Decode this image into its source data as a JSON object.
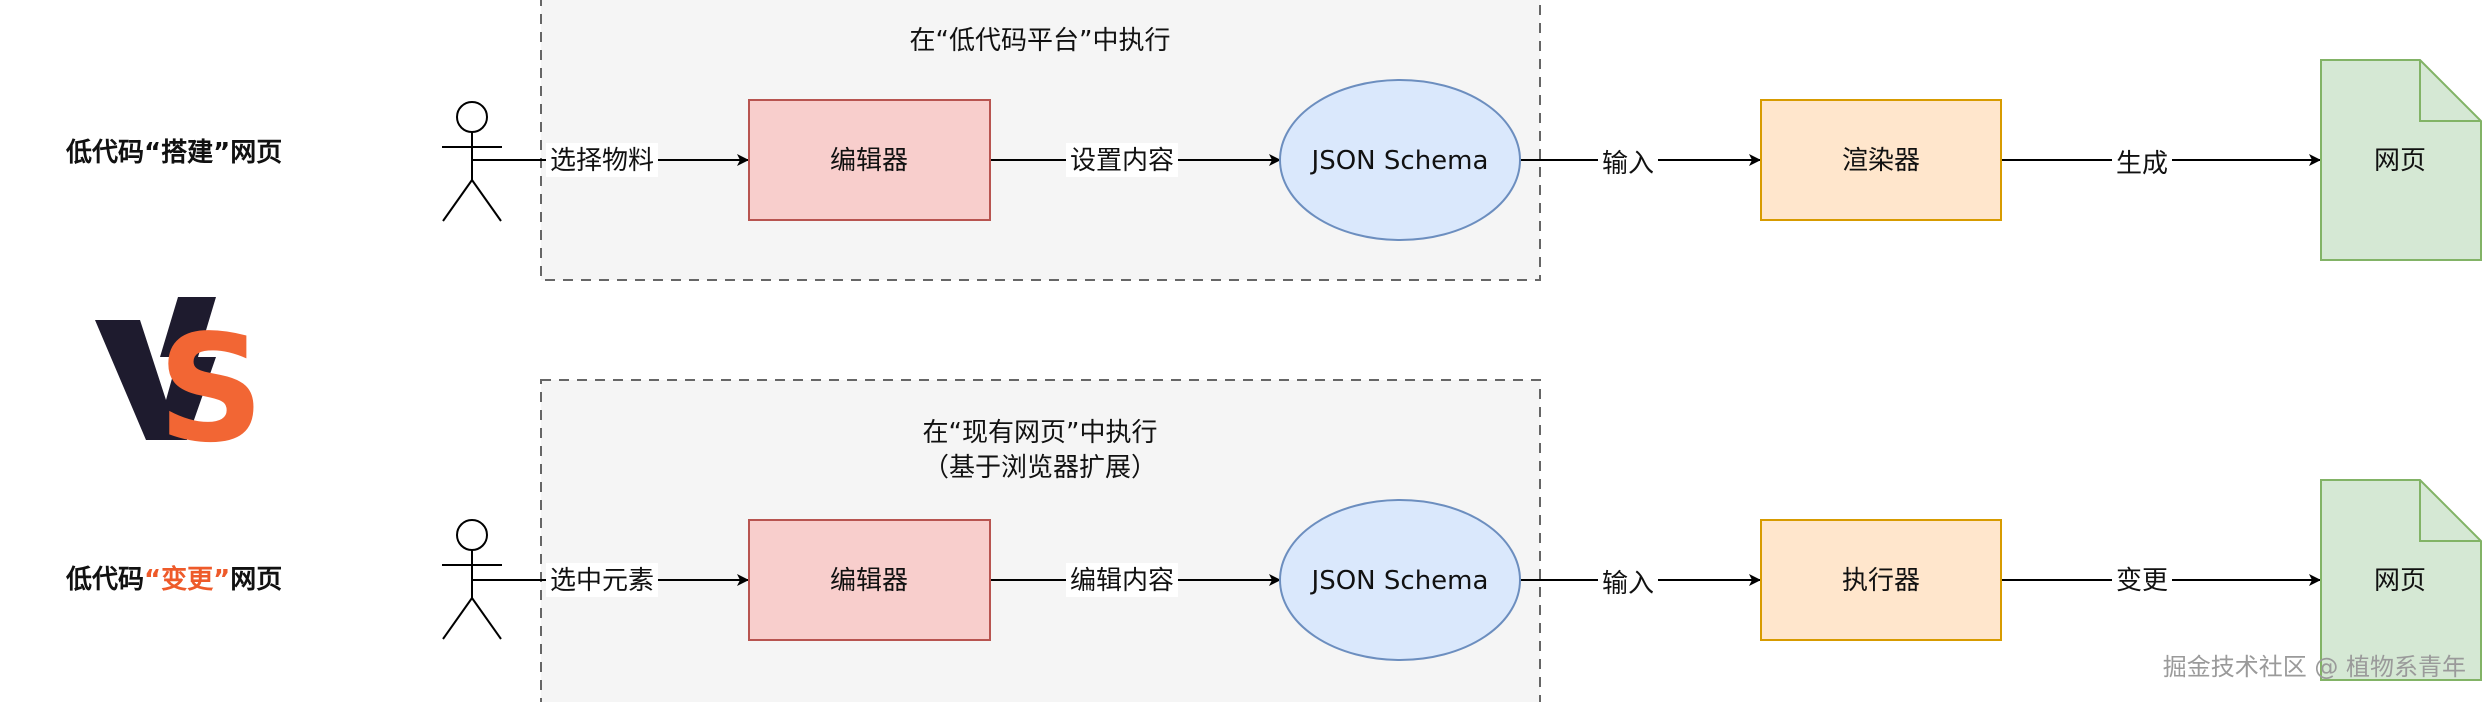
{
  "rows": {
    "top": {
      "label_parts": [
        "低代码",
        "“搭建”",
        "网页"
      ],
      "label_highlight_color": "#111111",
      "group_title_lines": [
        "在“低代码平台”中执行"
      ],
      "edge_select": "选择物料",
      "editor": "编辑器",
      "edge_content": "设置内容",
      "schema": "JSON Schema",
      "edge_input": "输入",
      "processor": "渲染器",
      "edge_result": "生成",
      "output": "网页"
    },
    "bottom": {
      "label_parts": [
        "低代码",
        "“变更”",
        "网页"
      ],
      "label_highlight_color": "#ee5a2a",
      "group_title_lines": [
        "在“现有网页”中执行",
        "（基于浏览器扩展）"
      ],
      "edge_select": "选中元素",
      "editor": "编辑器",
      "edge_content": "编辑内容",
      "schema": "JSON Schema",
      "edge_input": "输入",
      "processor": "执行器",
      "edge_result": "变更",
      "output": "网页"
    }
  },
  "vs_logo": {
    "text": "VS",
    "color_v": "#1e1b2e",
    "color_s": "#f26634"
  },
  "watermark": "掘金技术社区 @ 植物系青年",
  "colors": {
    "group_bg": "#f5f5f5",
    "group_border": "#666666",
    "editor_fill": "#f8cecc",
    "editor_stroke": "#b85450",
    "schema_fill": "#dae8fc",
    "schema_stroke": "#6c8ebf",
    "processor_fill": "#ffe6cc",
    "processor_stroke": "#d79b00",
    "page_fill": "#d5e8d4",
    "page_stroke": "#82b366",
    "edge": "#000000"
  },
  "icons": {
    "actor": "stick-figure-actor-icon",
    "page": "document-page-icon"
  }
}
